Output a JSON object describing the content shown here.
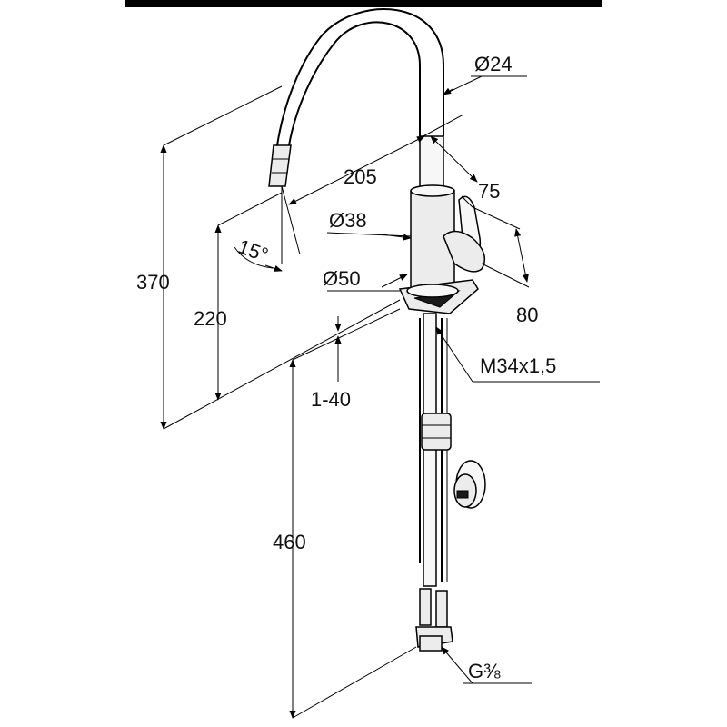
{
  "diagram": {
    "colors": {
      "line": "#000000",
      "text": "#111111",
      "top_bar": "#000000",
      "fill": "#ececec"
    },
    "labels": {
      "d24": "Ø24",
      "d205": "205",
      "d75": "75",
      "d38": "Ø38",
      "angle15": "15°",
      "d50": "Ø50",
      "d370": "370",
      "d220": "220",
      "d80": "80",
      "thread": "M34x1,5",
      "d1_40": "1-40",
      "d460": "460",
      "g38": "G⅜"
    }
  }
}
